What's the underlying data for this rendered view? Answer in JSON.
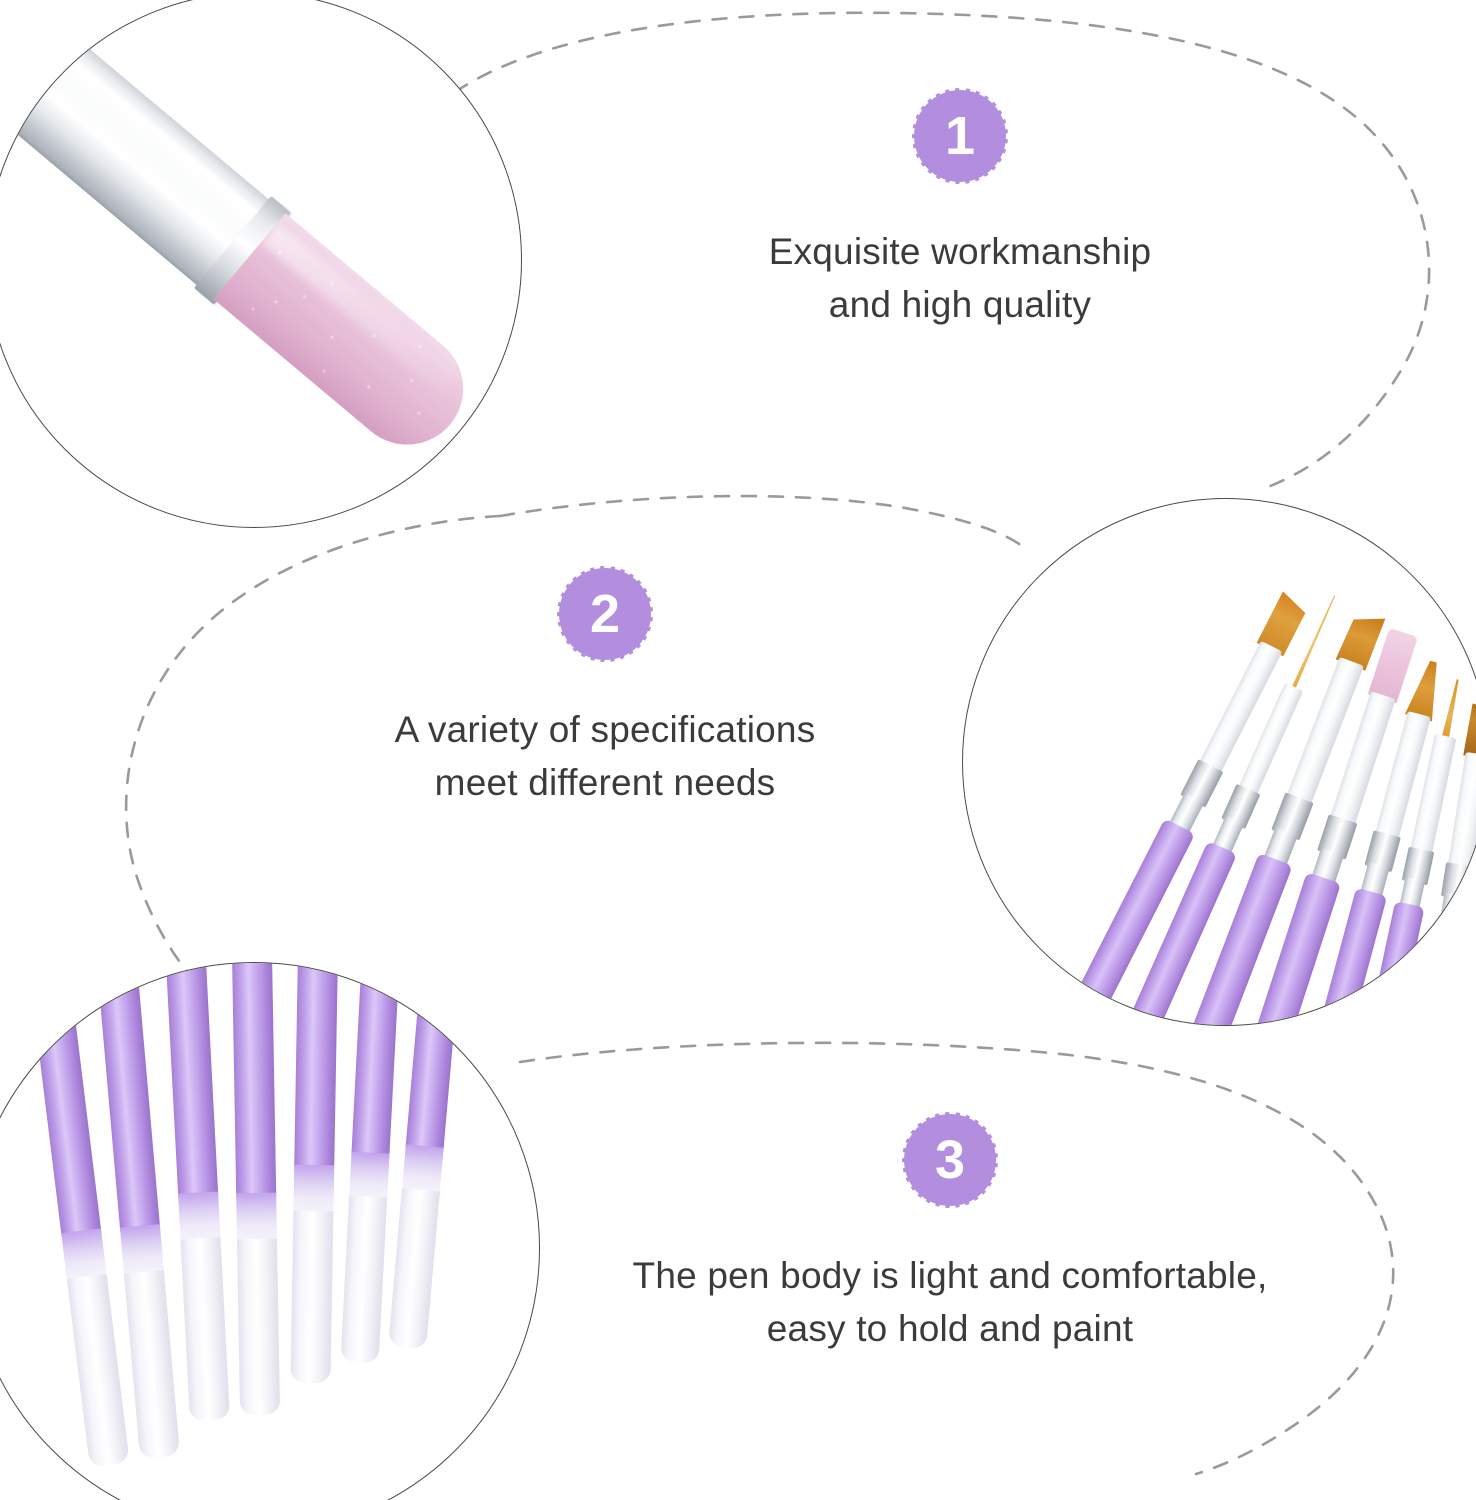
{
  "page": {
    "background_color": "#ffffff",
    "accent_purple": "#b38ede",
    "text_color": "#3b3b3b",
    "dashed_line_color": "#9a9a9a",
    "photo_border_color": "#4a4a4a"
  },
  "features": [
    {
      "number": "1",
      "caption": "Exquisite workmanship\nand high quality",
      "photo_name": "pink-ceramic-drill-bit-closeup"
    },
    {
      "number": "2",
      "caption": "A variety of specifications\nmeet different needs",
      "photo_name": "nail-art-brush-set-tips"
    },
    {
      "number": "3",
      "caption": "The pen body is light and comfortable,\neasy to hold and paint",
      "photo_name": "purple-pen-handles-row"
    }
  ],
  "photos": {
    "drill_bit": {
      "shaft_color": "#ffffff",
      "collar_color": "#dfe3e8",
      "head_color": "#e6bcd6"
    },
    "brush_set": {
      "count": 7,
      "handle_color": "#c0a0ea",
      "ferrule_color": "#ffffff",
      "tips": [
        "angled-amber-flat",
        "thin-amber-liner",
        "angled-amber-flat",
        "pink-silicone-flat",
        "pointed-amber-round",
        "fine-amber-liner",
        "amber-flat"
      ]
    },
    "pen_handles": {
      "count": 7,
      "top_color": "#c0a0ea",
      "bottom_color": "#ffffff"
    }
  }
}
